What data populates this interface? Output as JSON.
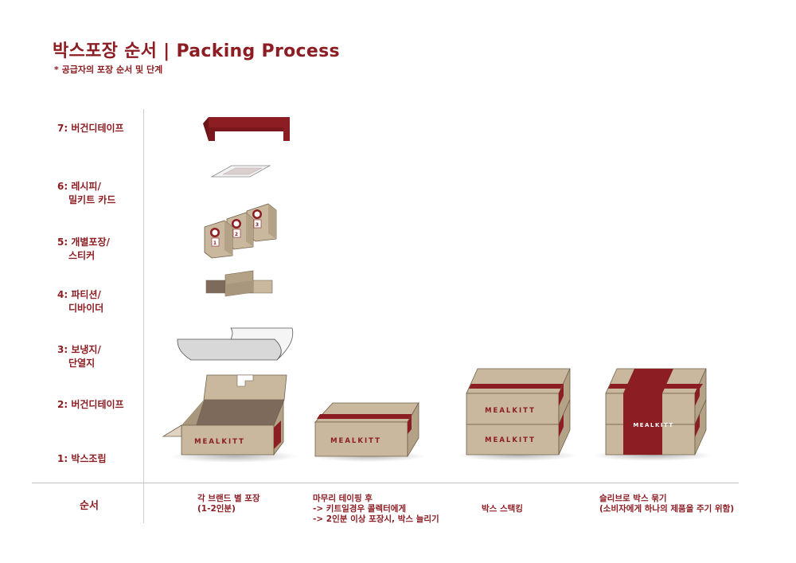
{
  "header": {
    "title": "박스포장 순서 | Packing Process",
    "subtitle": "* 공급자의 포장 순서 및 단계"
  },
  "steps": [
    {
      "line1": "7: 버건디테이프",
      "line2": ""
    },
    {
      "line1": "6: 레시피/",
      "line2": "밀키트 카드"
    },
    {
      "line1": "5: 개별포장/",
      "line2": "스티커"
    },
    {
      "line1": "4: 파티션/",
      "line2": "디바이더"
    },
    {
      "line1": "3: 보냉지/",
      "line2": "단열지"
    },
    {
      "line1": "2: 버건디테이프",
      "line2": ""
    },
    {
      "line1": "1: 박스조립",
      "line2": ""
    }
  ],
  "order_label": "순서",
  "captions": [
    {
      "line1": "각 브랜드 별 포장",
      "line2": "(1-2인분)",
      "line3": ""
    },
    {
      "line1": "마무리 테이핑 후",
      "line2": "-> 키트일경우 콜렉터에게",
      "line3": "-> 2인분 이상 포장시, 박스 늘리기"
    },
    {
      "line1": "박스 스택킹",
      "line2": "",
      "line3": ""
    },
    {
      "line1": "슬리브로 박스 묶기",
      "line2": "(소비자에게 하나의 제품을 주기 위함)",
      "line3": ""
    }
  ],
  "box_brand": "MEALKITT",
  "bag_numbers": [
    "1",
    "2",
    "3"
  ],
  "colors": {
    "burgundy": "#8c1d22",
    "kraft": "#c9b89d",
    "kraft_dark": "#a8977c",
    "kraft_side": "#b3a285",
    "partition": "#7d6a5a"
  }
}
